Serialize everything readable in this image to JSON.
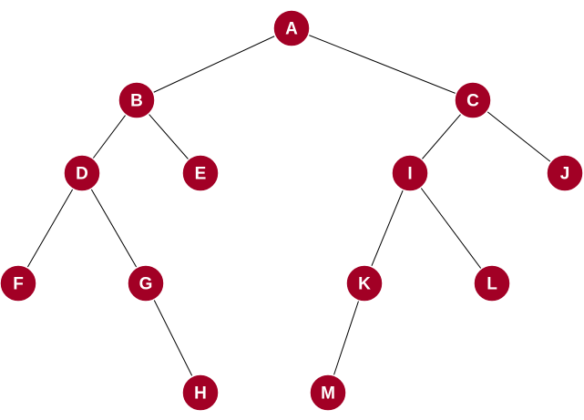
{
  "diagram": {
    "type": "binary-tree",
    "node_color": "#a20025",
    "label_color": "#ffffff",
    "edge_color": "#000000",
    "nodes": [
      {
        "id": "A",
        "label": "A"
      },
      {
        "id": "B",
        "label": "B"
      },
      {
        "id": "C",
        "label": "C"
      },
      {
        "id": "D",
        "label": "D"
      },
      {
        "id": "E",
        "label": "E"
      },
      {
        "id": "I",
        "label": "I"
      },
      {
        "id": "J",
        "label": "J"
      },
      {
        "id": "F",
        "label": "F"
      },
      {
        "id": "G",
        "label": "G"
      },
      {
        "id": "K",
        "label": "K"
      },
      {
        "id": "L",
        "label": "L"
      },
      {
        "id": "H",
        "label": "H"
      },
      {
        "id": "M",
        "label": "M"
      }
    ],
    "edges": [
      {
        "from": "A",
        "to": "B"
      },
      {
        "from": "A",
        "to": "C"
      },
      {
        "from": "B",
        "to": "D"
      },
      {
        "from": "B",
        "to": "E"
      },
      {
        "from": "C",
        "to": "I"
      },
      {
        "from": "C",
        "to": "J"
      },
      {
        "from": "D",
        "to": "F"
      },
      {
        "from": "D",
        "to": "G"
      },
      {
        "from": "G",
        "to": "H"
      },
      {
        "from": "I",
        "to": "K"
      },
      {
        "from": "I",
        "to": "L"
      },
      {
        "from": "K",
        "to": "M"
      }
    ]
  }
}
